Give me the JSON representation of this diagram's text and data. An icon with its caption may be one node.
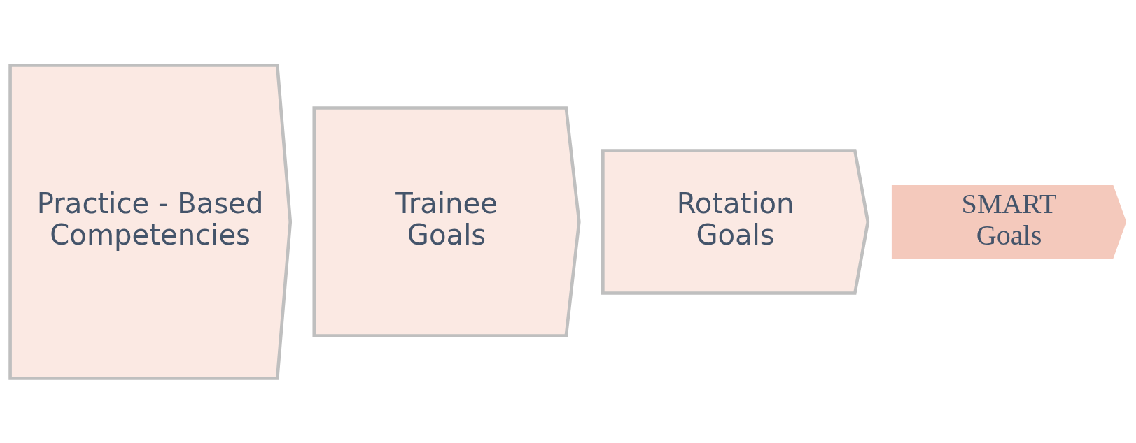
{
  "diagram": {
    "nodes": [
      {
        "text": [
          "Practice - Based Competencies"
        ]
      },
      {
        "text": [
          "Trainee Goals"
        ]
      },
      {
        "text": [
          "Rotation Goals"
        ]
      },
      {
        "text": [
          "SMART Goals"
        ]
      }
    ]
  }
}
